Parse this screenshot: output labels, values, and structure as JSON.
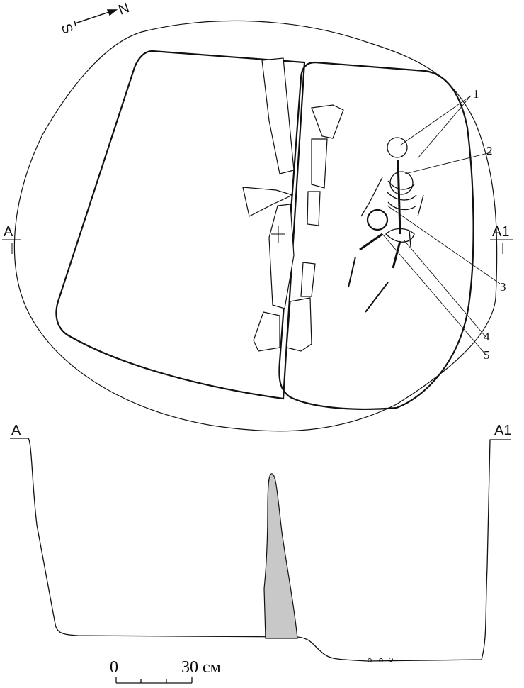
{
  "compass": {
    "north": "N",
    "south": "S"
  },
  "section_markers": {
    "left": "A",
    "right": "A1"
  },
  "callouts": [
    "1",
    "2",
    "3",
    "4",
    "5"
  ],
  "scale_bar": {
    "start": "0",
    "end": "30 см"
  },
  "colors": {
    "line": "#111111",
    "stone_fill": "#c8c8c8"
  }
}
